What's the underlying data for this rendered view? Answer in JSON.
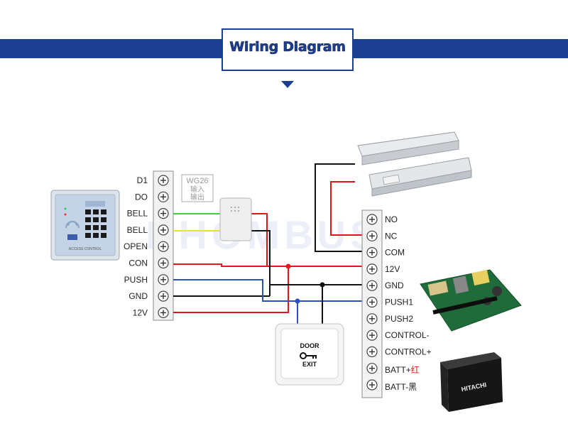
{
  "title": "Wiring Diagram",
  "watermark": "RHOMBUS",
  "left_terminals": [
    "D1",
    "DO",
    "BELL",
    "BELL",
    "OPEN",
    "CON",
    "PUSH",
    "GND",
    "12V"
  ],
  "wg26": {
    "line1": "WG26",
    "line2": "输入",
    "line3": "输出"
  },
  "right_terminals": [
    "NO",
    "NC",
    "COM",
    "12V",
    "GND",
    "PUSH1",
    "PUSH2",
    "CONTROL-",
    "CONTROL+"
  ],
  "batt_plus": {
    "label": "BATT+",
    "cn": "红"
  },
  "batt_minus": {
    "label": "BATT-",
    "cn": "黑"
  },
  "exit_button": {
    "line1": "DOOR",
    "line2": "EXIT"
  },
  "battery_brand": "HITACHI",
  "keypad_caption": "ACCESS CONTROL",
  "colors": {
    "banner": "#1c3f92",
    "red": "#e01818",
    "green": "#3ed33e",
    "yellow": "#e6e628",
    "blue": "#2a52be",
    "black": "#111111"
  }
}
